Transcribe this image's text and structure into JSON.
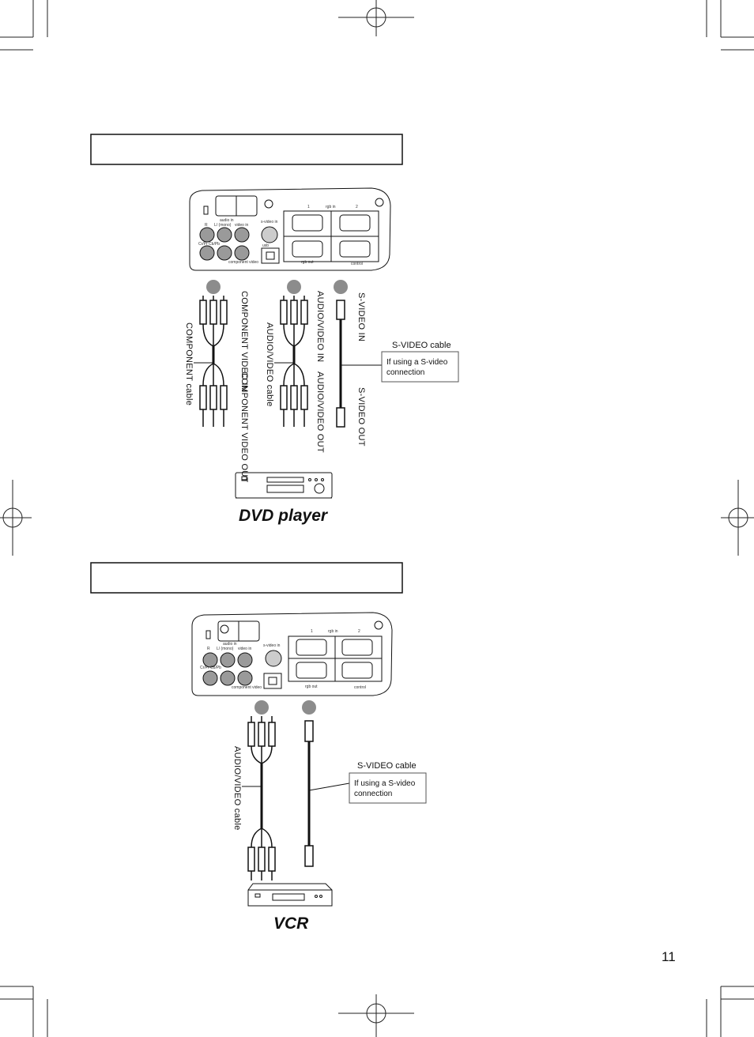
{
  "page": {
    "number": "11"
  },
  "section_dvd": {
    "panel": {
      "audio_in_l1": "audio in",
      "audio_in_l2": "L/ (mono)",
      "audio_r": "R",
      "video_in": "video in",
      "cr_cb": "Cr/Pr   Cb/Pb",
      "component_video": "component   video",
      "s_video_in": "s-video in",
      "usb": "usb",
      "rgb_in": "rgb  in",
      "rgb_in_1": "1",
      "rgb_in_2": "2",
      "rgb_out": "rgb  out",
      "control": "control"
    },
    "component_cable": "COMPONENT cable",
    "component_in": "COMPONENT VIDEO IN",
    "component_out": "COMPONENT VIDEO OUT",
    "av_cable": "AUDIO/VIDEO cable",
    "av_in": "AUDIO/VIDEO IN",
    "av_out": "AUDIO/VIDEO OUT",
    "svideo_in": "S-VIDEO IN",
    "svideo_out": "S-VIDEO OUT",
    "svideo_cable": "S-VIDEO cable",
    "svideo_note": "If using a S-video connection",
    "device": "DVD player"
  },
  "section_vcr": {
    "panel": {
      "audio_in_l1": "audio in",
      "audio_in_l2": "L/ (mono)",
      "audio_r": "R",
      "video_in": "video in",
      "cr_cb": "Cr/Pr   Cb/Pb",
      "component_video": "component   video",
      "s_video_in": "s-video in",
      "rgb_in": "rgb  in",
      "rgb_in_1": "1",
      "rgb_in_2": "2",
      "rgb_out": "rgb  out",
      "control": "control"
    },
    "av_cable": "AUDIO/VIDEO cable",
    "svideo_cable": "S-VIDEO cable",
    "svideo_note": "If using a S-video connection",
    "device": "VCR"
  },
  "colors": {
    "ink": "#111111",
    "badge": "#8c8c8c",
    "panel_fill": "#ffffff"
  }
}
